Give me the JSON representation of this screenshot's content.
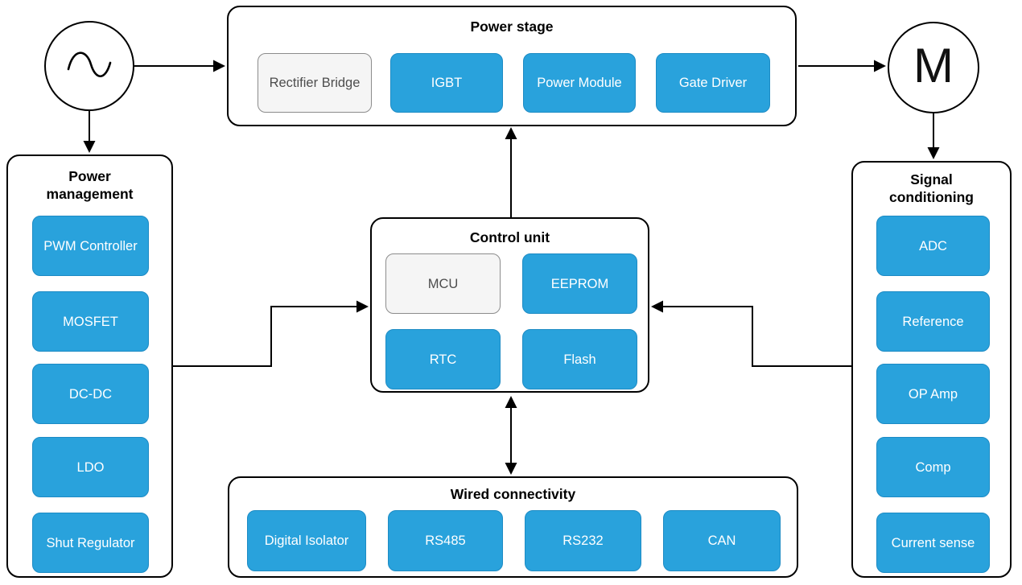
{
  "colors": {
    "block_blue": "#29A2DC",
    "block_blue_border": "#1D8BC4",
    "block_gray": "#F5F5F5",
    "block_gray_border": "#8C8C8C",
    "container_border": "#000000",
    "text_light": "#FFFFFF",
    "text_dark": "#4D4D4D",
    "line_color": "#000000"
  },
  "ac_source": {
    "icon": "sine-wave"
  },
  "motor": {
    "label": "M"
  },
  "power_stage": {
    "title": "Power stage",
    "blocks": [
      {
        "label": "Rectifier Bridge",
        "variant": "gray"
      },
      {
        "label": "IGBT",
        "variant": "blue"
      },
      {
        "label": "Power Module",
        "variant": "blue"
      },
      {
        "label": "Gate Driver",
        "variant": "blue"
      }
    ]
  },
  "power_management": {
    "title": "Power management",
    "blocks": [
      {
        "label": "PWM Controller",
        "variant": "blue"
      },
      {
        "label": "MOSFET",
        "variant": "blue"
      },
      {
        "label": "DC-DC",
        "variant": "blue"
      },
      {
        "label": "LDO",
        "variant": "blue"
      },
      {
        "label": "Shut Regulator",
        "variant": "blue"
      }
    ]
  },
  "control_unit": {
    "title": "Control unit",
    "blocks": [
      {
        "label": "MCU",
        "variant": "gray"
      },
      {
        "label": "EEPROM",
        "variant": "blue"
      },
      {
        "label": "RTC",
        "variant": "blue"
      },
      {
        "label": "Flash",
        "variant": "blue"
      }
    ]
  },
  "wired_connectivity": {
    "title": "Wired connectivity",
    "blocks": [
      {
        "label": "Digital Isolator",
        "variant": "blue"
      },
      {
        "label": "RS485",
        "variant": "blue"
      },
      {
        "label": "RS232",
        "variant": "blue"
      },
      {
        "label": "CAN",
        "variant": "blue"
      }
    ]
  },
  "signal_conditioning": {
    "title": "Signal conditioning",
    "blocks": [
      {
        "label": "ADC",
        "variant": "blue"
      },
      {
        "label": "Reference",
        "variant": "blue"
      },
      {
        "label": "OP Amp",
        "variant": "blue"
      },
      {
        "label": "Comp",
        "variant": "blue"
      },
      {
        "label": "Current sense",
        "variant": "blue"
      }
    ]
  }
}
